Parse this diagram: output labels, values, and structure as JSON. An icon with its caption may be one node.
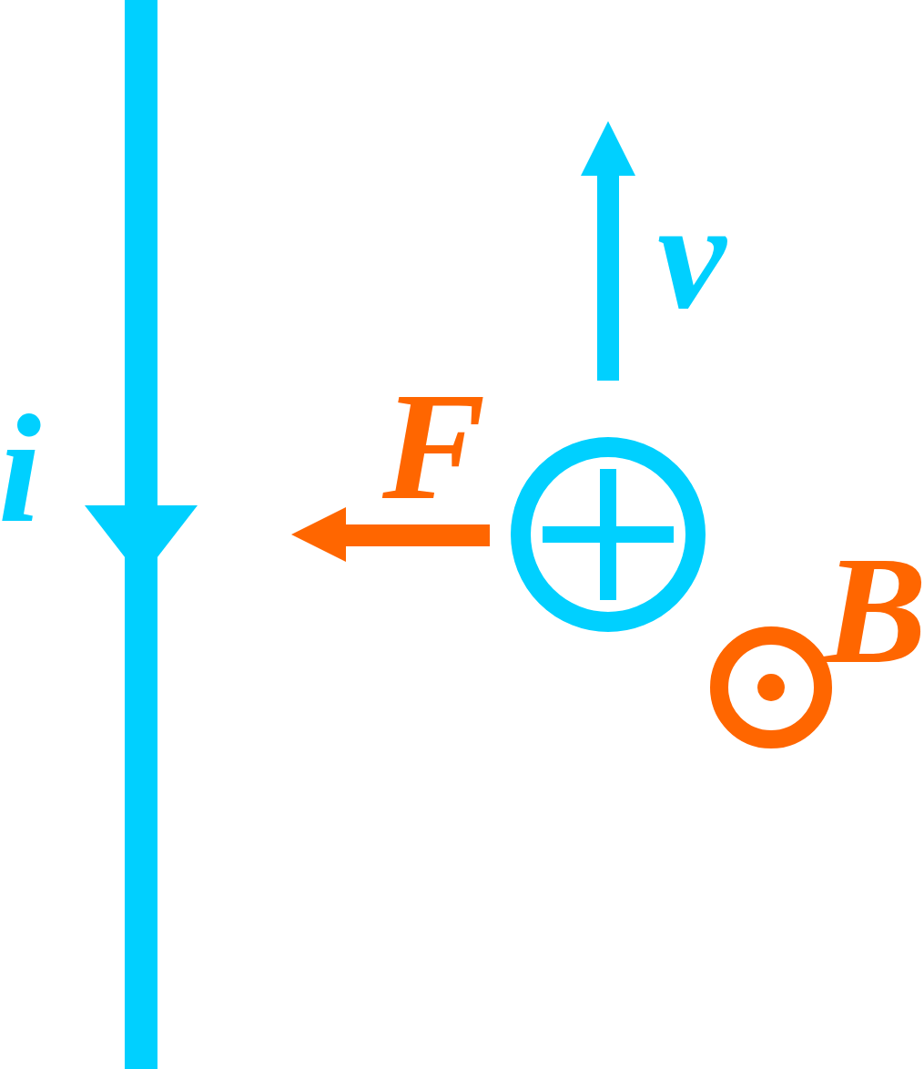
{
  "diagram": {
    "labels": [
      "i",
      "v",
      "F",
      "B"
    ]
  }
}
